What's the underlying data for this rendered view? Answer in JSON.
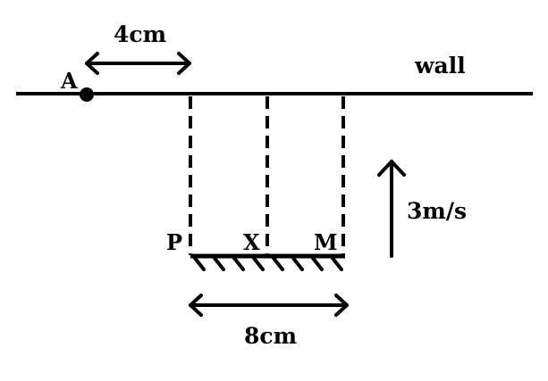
{
  "labels": {
    "dist_top": "4cm",
    "point_a": "A",
    "wall": "wall",
    "p": "P",
    "x": "X",
    "m": "M",
    "speed": "3m/s",
    "dist_bottom": "8cm"
  },
  "colors": {
    "ink": "#000000",
    "background": "#ffffff"
  }
}
